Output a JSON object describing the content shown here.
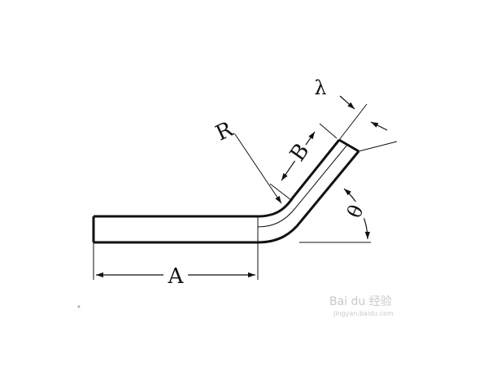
{
  "labels": {
    "a": "A",
    "b": "B",
    "r": "R",
    "lambda": "λ",
    "theta": "θ"
  },
  "watermark": {
    "logo_text": "Bai du 经验",
    "sub_text": "jingyan.baidu.com"
  },
  "colors": {
    "stroke": "#111111",
    "watermark": "#c9c9c9",
    "background": "#ffffff"
  }
}
